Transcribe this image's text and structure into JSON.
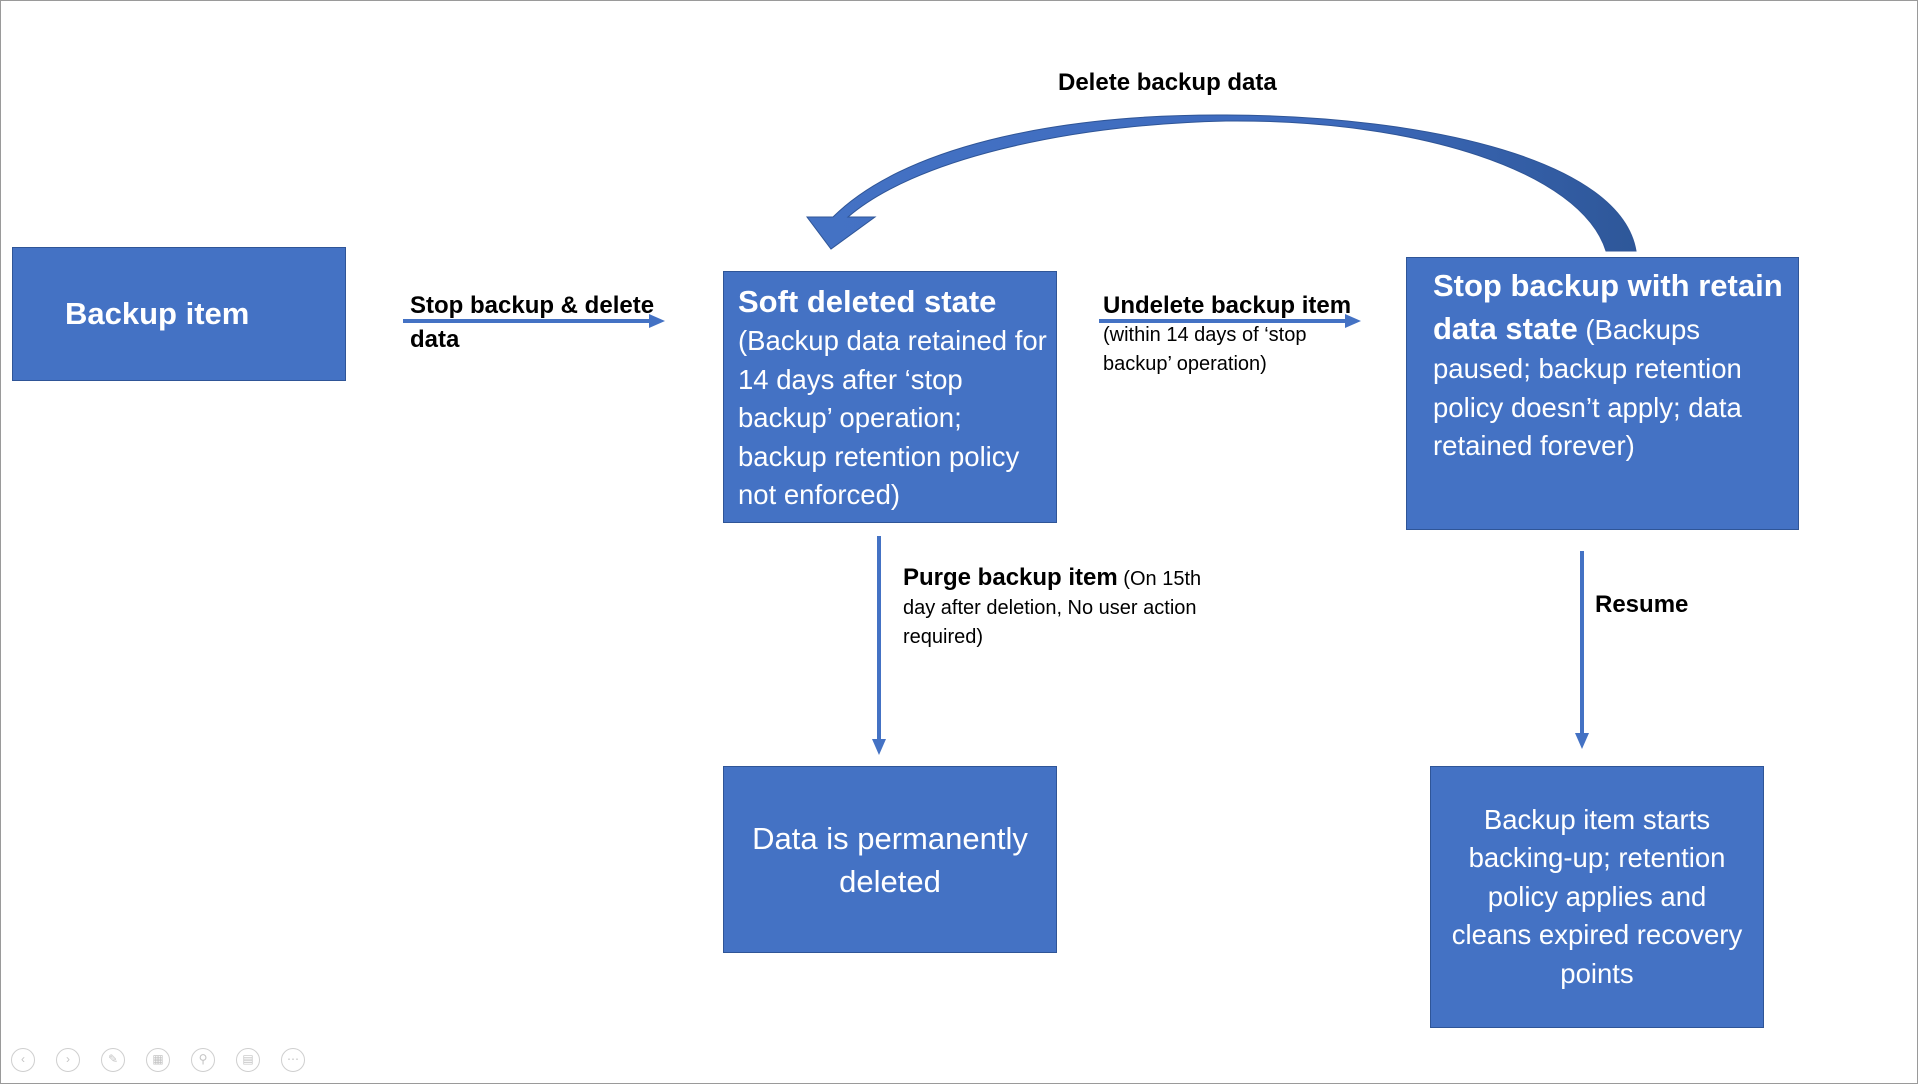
{
  "nodes": {
    "backup_item": "Backup item",
    "soft_deleted": {
      "title": "Soft deleted state",
      "body": "(Backup data retained for 14 days after ‘stop backup’ operation; backup retention policy not enforced)"
    },
    "stop_retain": {
      "title": "Stop backup with retain data state",
      "body": "(Backups paused; backup retention policy doesn’t apply; data retained forever)"
    },
    "permanently_deleted": "Data is permanently deleted",
    "resumed": "Backup item starts backing-up; retention policy applies and cleans expired recovery points"
  },
  "edges": {
    "stop_delete": "Stop backup & delete data",
    "undelete": {
      "title": "Undelete backup item",
      "note": "(within 14 days of ‘stop backup’ operation)"
    },
    "delete_data": "Delete backup data",
    "purge": {
      "title": "Purge backup item",
      "note": "(On 15th day after deletion, No user action required)"
    },
    "resume": "Resume"
  },
  "colors": {
    "box_fill": "#4472C4",
    "box_border": "#2F5597",
    "arrow": "#4472C4"
  },
  "icons": [
    "previous-icon",
    "next-icon",
    "pen-icon",
    "slides-icon",
    "zoom-icon",
    "subtitles-icon",
    "more-icon"
  ]
}
